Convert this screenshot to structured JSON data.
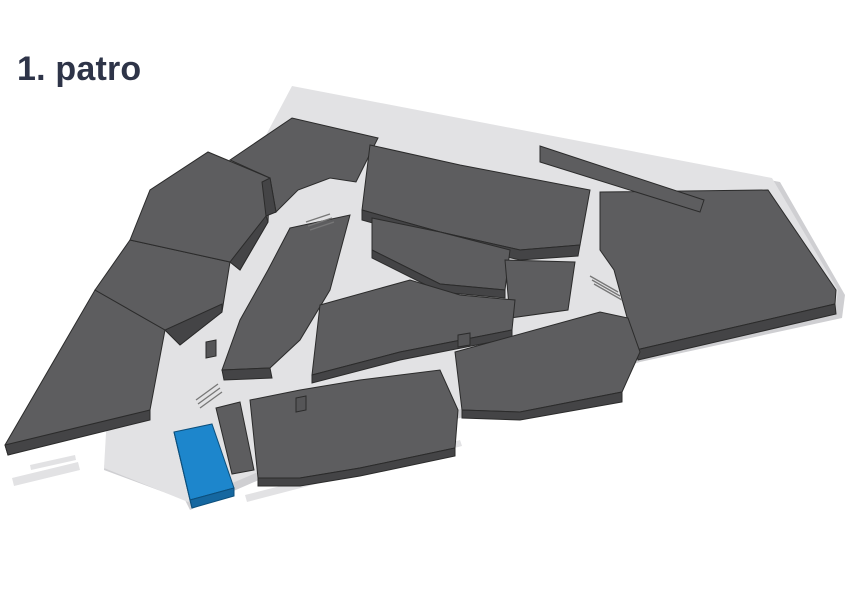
{
  "floor": {
    "title": "1. patro"
  },
  "colors": {
    "background": "#ffffff",
    "walkway": "#e2e2e4",
    "building": "#5d5d5f",
    "highlighted_unit": "#1d86cc",
    "title_text": "#2e3448"
  },
  "map": {
    "highlighted_unit": "selected-store",
    "escalators": 3
  }
}
